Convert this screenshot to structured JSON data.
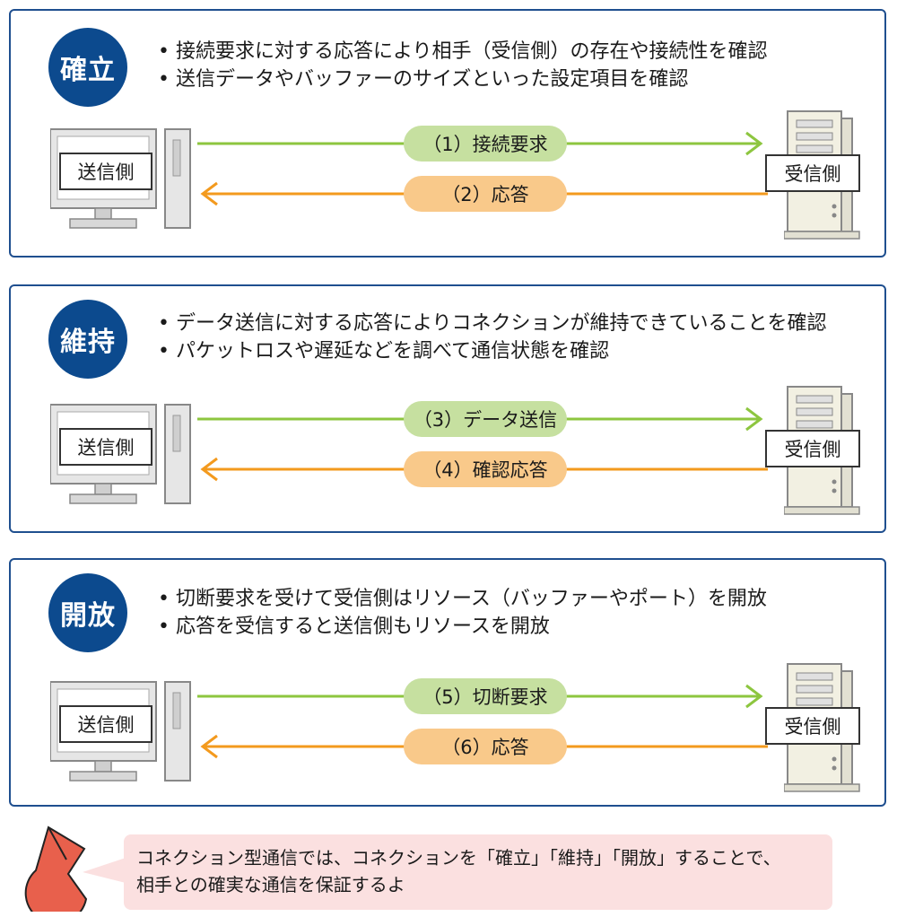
{
  "panels": [
    {
      "badge": "確立",
      "bullets": [
        "接続要求に対する応答により相手（受信側）の存在や接続性を確認",
        "送信データやバッファーのサイズといった設定項目を確認"
      ],
      "sender": "送信側",
      "receiver": "受信側",
      "request": "（1）接続要求",
      "response": "（2）応答"
    },
    {
      "badge": "維持",
      "bullets": [
        "データ送信に対する応答によりコネクションが維持できていることを確認",
        "パケットロスや遅延などを調べて通信状態を確認"
      ],
      "sender": "送信側",
      "receiver": "受信側",
      "request": "（3）データ送信",
      "response": "（4）確認応答"
    },
    {
      "badge": "開放",
      "bullets": [
        "切断要求を受けて受信側はリソース（バッファーやポート）を開放",
        "応答を受信すると送信側もリソースを開放"
      ],
      "sender": "送信側",
      "receiver": "受信側",
      "request": "（5）切断要求",
      "response": "（6）応答"
    }
  ],
  "note": {
    "lines": [
      "コネクション型通信では、コネクションを「確立」「維持」「開放」することで、",
      "相手との確実な通信を保証するよ"
    ]
  },
  "colors": {
    "panel_border": "#1f4f8f",
    "badge": "#0c4a8e",
    "request_arrow": "#8dc63f",
    "response_arrow": "#f39a1e",
    "request_pill": "#c6e0a0",
    "response_pill": "#f9c98a",
    "note_bg": "#fbe0e0",
    "mascot": "#e8604c"
  },
  "icons": {
    "sender": "desktop-computer-icon",
    "receiver": "server-tower-icon",
    "mascot": "pacman-mascot-icon"
  }
}
